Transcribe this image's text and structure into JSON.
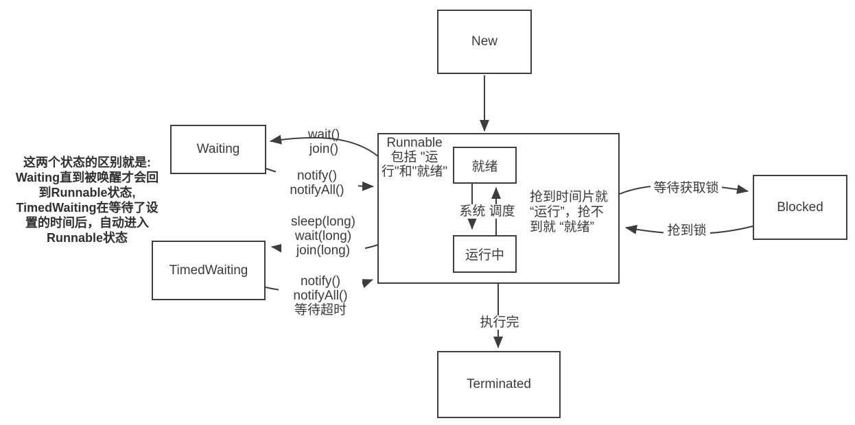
{
  "colors": {
    "line": "#3d3d3d",
    "text": "#3a3a3a",
    "background": "#ffffff"
  },
  "nodes": {
    "new": "New",
    "waiting": "Waiting",
    "timed_waiting": "TimedWaiting",
    "blocked": "Blocked",
    "terminated": "Terminated",
    "ready": "就绪",
    "running": "运行中"
  },
  "runnable": {
    "note": "Runnable\n包括 \"运\n行\"和\"就绪\"",
    "preempt_note": "抢到时间片就\n“运行”，抢不\n到就 “就绪”"
  },
  "edge_labels": {
    "wait_join": "wait()\njoin()",
    "notify_from_waiting": "notify()\nnotifyAll()",
    "timed_methods": "sleep(long)\nwait(long)\njoin(long)",
    "notify_from_timed": "notify()\nnotifyAll()\n等待超时",
    "system_schedule": "系统 调度",
    "wait_for_lock": "等待获取锁",
    "acquire_lock": "抢到锁",
    "finish": "执行完"
  },
  "side_note": "这两个状态的区别就是:\nWaiting直到被唤醒才会回\n到Runnable状态,\nTimedWaiting在等待了设\n置的时间后，自动进入\nRunnable状态"
}
